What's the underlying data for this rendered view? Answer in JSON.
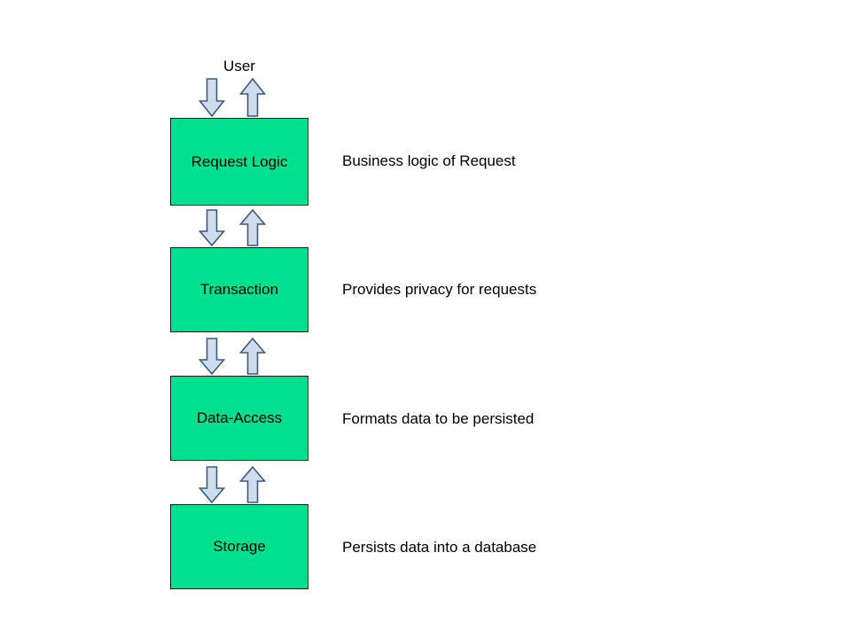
{
  "diagram": {
    "title_label": "User",
    "colors": {
      "layer_fill": "#00e08e",
      "layer_border": "#1a1a1a",
      "arrow_fill": "#cfdcec",
      "arrow_stroke": "#3c5a80",
      "background": "#ffffff",
      "text": "#000000"
    },
    "layers": [
      {
        "name": "Request Logic",
        "description": "Business logic of Request"
      },
      {
        "name": "Transaction",
        "description": "Provides privacy for requests"
      },
      {
        "name": "Data-Access",
        "description": "Formats data to be persisted"
      },
      {
        "name": "Storage",
        "description": "Persists data into a database"
      }
    ],
    "connectors": [
      {
        "down_icon": "arrow-down-icon",
        "up_icon": "arrow-up-icon"
      },
      {
        "down_icon": "arrow-down-icon",
        "up_icon": "arrow-up-icon"
      },
      {
        "down_icon": "arrow-down-icon",
        "up_icon": "arrow-up-icon"
      },
      {
        "down_icon": "arrow-down-icon",
        "up_icon": "arrow-up-icon"
      }
    ]
  }
}
